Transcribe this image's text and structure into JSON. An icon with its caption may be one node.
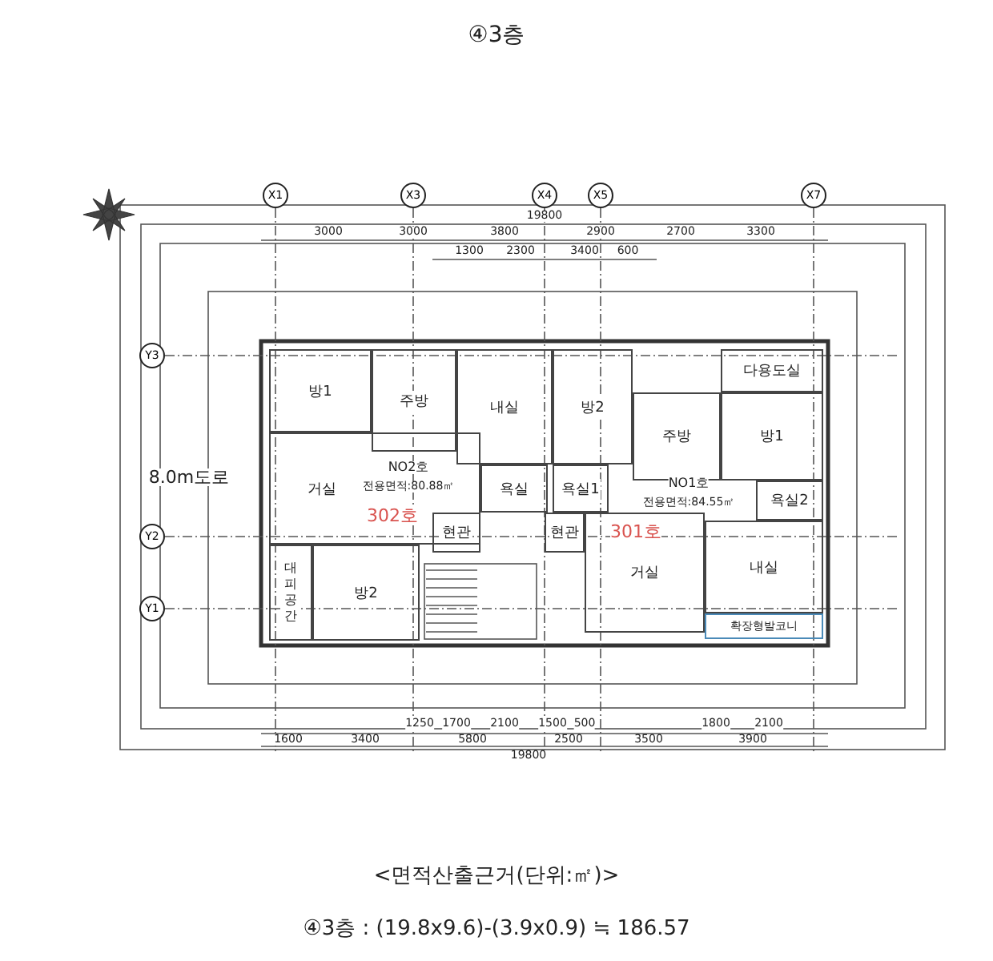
{
  "diagram": {
    "title": "④3층",
    "nodes": [
      {
        "text": [
          "X1"
        ]
      },
      {
        "text": [
          "X3"
        ]
      },
      {
        "text": [
          "X4"
        ]
      },
      {
        "text": [
          "X5"
        ]
      },
      {
        "text": [
          "X7"
        ]
      },
      {
        "text": [
          "Y3"
        ]
      },
      {
        "text": [
          "Y2"
        ]
      },
      {
        "text": [
          "Y1"
        ]
      },
      {
        "text": [
          "방1"
        ]
      },
      {
        "text": [
          "주방"
        ]
      },
      {
        "text": [
          "내실"
        ]
      },
      {
        "text": [
          "방2"
        ]
      },
      {
        "text": [
          "다용도실"
        ]
      },
      {
        "text": [
          "주방"
        ]
      },
      {
        "text": [
          "방1"
        ]
      },
      {
        "text": [
          "거실"
        ]
      },
      {
        "text": [
          "욕실"
        ]
      },
      {
        "text": [
          "욕실1"
        ]
      },
      {
        "text": [
          "욕실2"
        ]
      },
      {
        "text": [
          "현관"
        ]
      },
      {
        "text": [
          "현관"
        ]
      },
      {
        "text": [
          "대피공간"
        ]
      },
      {
        "text": [
          "방2"
        ]
      },
      {
        "text": [
          "거실"
        ]
      },
      {
        "text": [
          "내실"
        ]
      },
      {
        "text": [
          "확장형발코니"
        ]
      }
    ],
    "labels": [
      "19800",
      "3000",
      "3000",
      "3800",
      "2900",
      "2700",
      "3300",
      "1300",
      "2300",
      "3400",
      "600",
      "8.0m도로",
      "NO2호",
      "전용면적:80.88㎡",
      "302호",
      "NO1호",
      "전용면적:84.55㎡",
      "301호",
      "1250",
      "1700",
      "2100",
      "1500",
      "500",
      "1800",
      "2100",
      "1600",
      "3400",
      "5800",
      "2500",
      "3500",
      "3900",
      "19800",
      "<면적산출근거(단위:㎡)>",
      "④3층 : (19.8x9.6)-(3.9x0.9) ≒ 186.57"
    ]
  }
}
